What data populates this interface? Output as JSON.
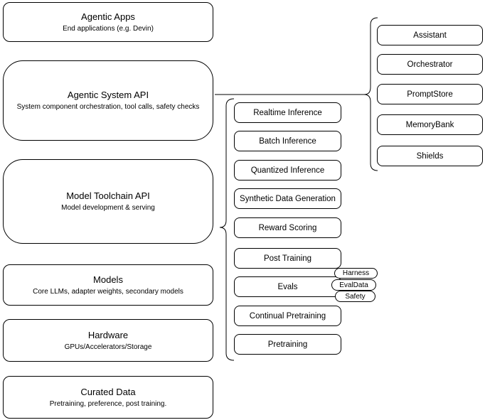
{
  "diagram": {
    "layers": [
      {
        "title": "Agentic Apps",
        "subtitle": "End applications (e.g. Devin)"
      },
      {
        "title": "Agentic System API",
        "subtitle": "System component orchestration, tool calls, safety checks"
      },
      {
        "title": "Model Toolchain API",
        "subtitle": "Model development & serving"
      },
      {
        "title": "Models",
        "subtitle": "Core LLMs, adapter weights, secondary models"
      },
      {
        "title": "Hardware",
        "subtitle": "GPUs/Accelerators/Storage"
      },
      {
        "title": "Curated Data",
        "subtitle": "Pretraining, preference, post training."
      }
    ],
    "toolchain_components": [
      {
        "label": "Realtime Inference"
      },
      {
        "label": "Batch Inference"
      },
      {
        "label": "Quantized Inference"
      },
      {
        "label": "Synthetic Data Generation"
      },
      {
        "label": "Reward Scoring"
      },
      {
        "label": "Post Training"
      },
      {
        "label": "Evals"
      },
      {
        "label": "Continual Pretraining"
      },
      {
        "label": "Pretraining"
      }
    ],
    "eval_tags": [
      {
        "label": "Harness"
      },
      {
        "label": "EvalData"
      },
      {
        "label": "Safety"
      }
    ],
    "system_components": [
      {
        "label": "Assistant"
      },
      {
        "label": "Orchestrator"
      },
      {
        "label": "PromptStore"
      },
      {
        "label": "MemoryBank"
      },
      {
        "label": "Shields"
      }
    ],
    "colors": {
      "stroke": "#000000",
      "canvas": "#ffffff",
      "text": "#000000"
    }
  }
}
